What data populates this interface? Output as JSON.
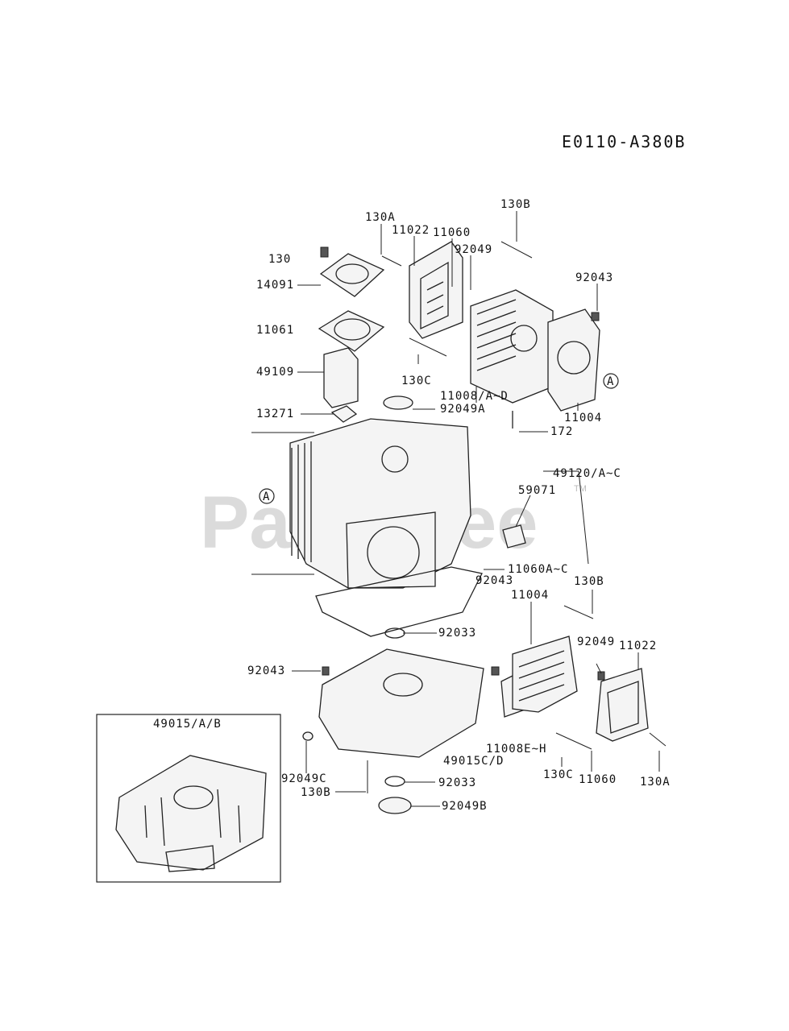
{
  "diagram_code": "E0110-A380B",
  "watermark": "PartsTree",
  "watermark_tm": "TM",
  "ref_marker": "A",
  "inset_label": "49015/A/B",
  "labels": {
    "l130A_top": "130A",
    "l11022_top": "11022",
    "l11060_top": "11060",
    "l130B_top": "130B",
    "l92049_top": "92049",
    "l130": "130",
    "l14091": "14091",
    "l92043_top": "92043",
    "l11061": "11061",
    "l49109": "49109",
    "l130C_top": "130C",
    "l11008": "11008/A~D",
    "l11004_top": "11004",
    "l13271": "13271",
    "l92049A": "92049A",
    "l172": "172",
    "l49120": "49120/A~C",
    "l59071": "59071",
    "l11060AC": "11060A~C",
    "l92043_mid": "92043",
    "l130B_mid": "130B",
    "l11004_mid": "11004",
    "l92033_a": "92033",
    "l92049_mid": "92049",
    "l11022_mid": "11022",
    "l92043_left": "92043",
    "l11008EH": "11008E~H",
    "l49015CD": "49015C/D",
    "l92049C": "92049C",
    "l130C_bot": "130C",
    "l11060_bot": "11060",
    "l130A_bot": "130A",
    "l92033_b": "92033",
    "l130B_bot": "130B",
    "l92049B": "92049B"
  }
}
